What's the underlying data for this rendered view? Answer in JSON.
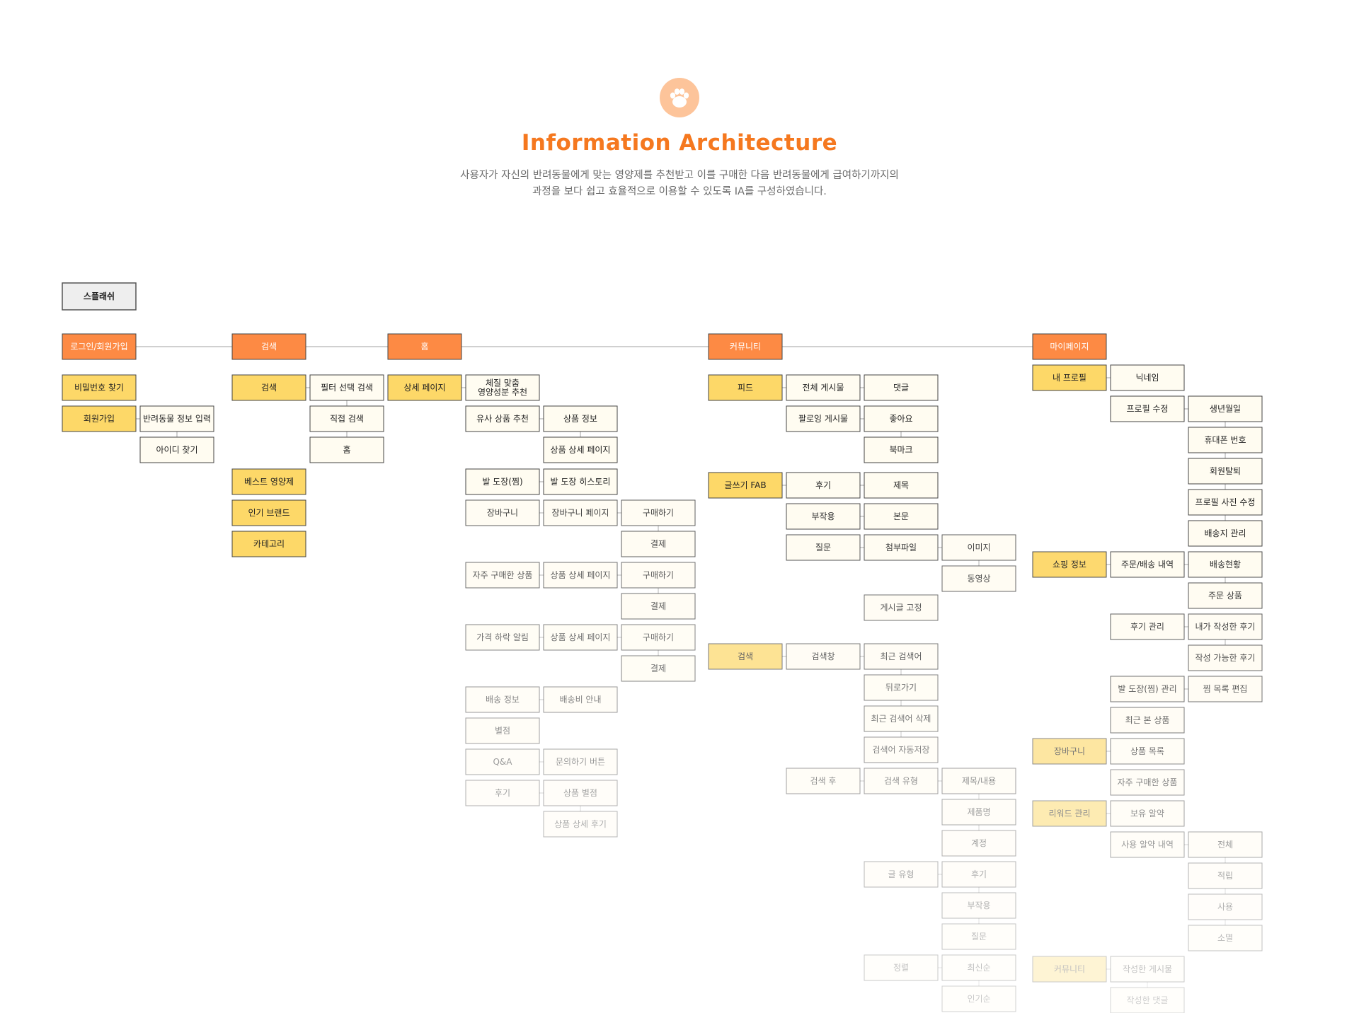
{
  "header": {
    "title": "Information Architecture",
    "description_line1": "사용자가 자신의 반려동물에게 맞는 영양제를 추천받고 이를 구매한 다음 반려동물에게 급여하기까지의",
    "description_line2": "과정을 보다 쉽고 효율적으로 이용할 수 있도록 IA를 구성하였습니다."
  },
  "colors": {
    "accent": "#f5781f",
    "top_node": "#fd8a44",
    "level1_node": "#fdd868",
    "level1_light": "#fde9a6",
    "leaf_node": "#fffcf1",
    "splash_node": "#eeeeee",
    "border": "#444444",
    "line": "#a0a0a0",
    "logo_bg": "#fdc49a"
  },
  "diagram": {
    "root": "스플래쉬",
    "nodes": [
      {
        "id": "login",
        "label": "로그인/회원가입",
        "style": "top"
      },
      {
        "id": "search",
        "label": "검색",
        "style": "top"
      },
      {
        "id": "home",
        "label": "홈",
        "style": "top"
      },
      {
        "id": "community",
        "label": "커뮤니티",
        "style": "top"
      },
      {
        "id": "mypage",
        "label": "마이페이지",
        "style": "top"
      },
      {
        "id": "find_pw",
        "label": "비밀번호 찾기",
        "style": "l1"
      },
      {
        "id": "signup",
        "label": "회원가입",
        "style": "l1"
      },
      {
        "id": "pet_info",
        "label": "반려동물 정보 입력",
        "style": "leaf"
      },
      {
        "id": "find_id",
        "label": "아이디 찾기",
        "style": "leaf"
      },
      {
        "id": "s_search",
        "label": "검색",
        "style": "l1"
      },
      {
        "id": "filter_search",
        "label": "필터 선택 검색",
        "style": "leaf"
      },
      {
        "id": "direct_search",
        "label": "직접 검색",
        "style": "leaf"
      },
      {
        "id": "s_home",
        "label": "홈",
        "style": "leaf"
      },
      {
        "id": "best",
        "label": "베스트 영양제",
        "style": "l1"
      },
      {
        "id": "brand",
        "label": "인기 브랜드",
        "style": "l1"
      },
      {
        "id": "category",
        "label": "카테고리",
        "style": "l1"
      },
      {
        "id": "detail",
        "label": "상세 페이지",
        "style": "l1"
      },
      {
        "id": "custom_rec",
        "label": "체질 맞춤\n영양성분 추천",
        "style": "leaf"
      },
      {
        "id": "similar",
        "label": "유사 상품 추천",
        "style": "leaf"
      },
      {
        "id": "prod_info",
        "label": "상품 정보",
        "style": "leaf"
      },
      {
        "id": "prod_detail1",
        "label": "상품 상세 페이지",
        "style": "leaf"
      },
      {
        "id": "paw",
        "label": "발 도장(찜)",
        "style": "leaf"
      },
      {
        "id": "paw_hist",
        "label": "발 도장 히스토리",
        "style": "leaf"
      },
      {
        "id": "cart",
        "label": "장바구니",
        "style": "leaf"
      },
      {
        "id": "cart_page",
        "label": "장바구니 페이지",
        "style": "leaf"
      },
      {
        "id": "buy1",
        "label": "구매하기",
        "style": "leaf"
      },
      {
        "id": "pay1",
        "label": "결제",
        "style": "leaf"
      },
      {
        "id": "freq",
        "label": "자주 구매한 상품",
        "style": "leaf"
      },
      {
        "id": "prod_detail2",
        "label": "상품 상세 페이지",
        "style": "leaf"
      },
      {
        "id": "buy2",
        "label": "구매하기",
        "style": "leaf"
      },
      {
        "id": "pay2",
        "label": "결제",
        "style": "leaf"
      },
      {
        "id": "price_alert",
        "label": "가격 하락 알림",
        "style": "leaf"
      },
      {
        "id": "prod_detail3",
        "label": "상품 상세 페이지",
        "style": "leaf"
      },
      {
        "id": "buy3",
        "label": "구매하기",
        "style": "leaf"
      },
      {
        "id": "pay3",
        "label": "결제",
        "style": "leaf"
      },
      {
        "id": "ship_info",
        "label": "배송 정보",
        "style": "leaf"
      },
      {
        "id": "ship_fee",
        "label": "배송비 안내",
        "style": "leaf"
      },
      {
        "id": "rating",
        "label": "별점",
        "style": "leaf"
      },
      {
        "id": "qna",
        "label": "Q&A",
        "style": "leaf"
      },
      {
        "id": "inquiry_btn",
        "label": "문의하기 버튼",
        "style": "leaf"
      },
      {
        "id": "review",
        "label": "후기",
        "style": "leaf"
      },
      {
        "id": "prod_rating",
        "label": "상품 별점",
        "style": "leaf"
      },
      {
        "id": "prod_review",
        "label": "상품 상세 후기",
        "style": "leaf"
      },
      {
        "id": "feed",
        "label": "피드",
        "style": "l1"
      },
      {
        "id": "all_posts",
        "label": "전체 게시물",
        "style": "leaf"
      },
      {
        "id": "comment",
        "label": "댓글",
        "style": "leaf"
      },
      {
        "id": "follow_posts",
        "label": "팔로잉 게시물",
        "style": "leaf"
      },
      {
        "id": "like",
        "label": "좋아요",
        "style": "leaf"
      },
      {
        "id": "bookmark",
        "label": "북마크",
        "style": "leaf"
      },
      {
        "id": "write_fab",
        "label": "글쓰기 FAB",
        "style": "l1"
      },
      {
        "id": "c_review",
        "label": "후기",
        "style": "leaf"
      },
      {
        "id": "subject",
        "label": "제목",
        "style": "leaf"
      },
      {
        "id": "side_effect",
        "label": "부작용",
        "style": "leaf"
      },
      {
        "id": "body_text",
        "label": "본문",
        "style": "leaf"
      },
      {
        "id": "question",
        "label": "질문",
        "style": "leaf"
      },
      {
        "id": "attach",
        "label": "첨부파일",
        "style": "leaf"
      },
      {
        "id": "image",
        "label": "이미지",
        "style": "leaf"
      },
      {
        "id": "video",
        "label": "동영상",
        "style": "leaf"
      },
      {
        "id": "pin_post",
        "label": "게시글 고정",
        "style": "leaf"
      },
      {
        "id": "c_search",
        "label": "검색",
        "style": "l1"
      },
      {
        "id": "search_win",
        "label": "검색창",
        "style": "leaf"
      },
      {
        "id": "recent_kw",
        "label": "최근 검색어",
        "style": "leaf"
      },
      {
        "id": "back",
        "label": "뒤로가기",
        "style": "leaf"
      },
      {
        "id": "del_recent",
        "label": "최근 검색어 삭제",
        "style": "leaf"
      },
      {
        "id": "autosave",
        "label": "검색어 자동저장",
        "style": "leaf"
      },
      {
        "id": "after_search",
        "label": "검색 후",
        "style": "leaf"
      },
      {
        "id": "search_type",
        "label": "검색 유형",
        "style": "leaf"
      },
      {
        "id": "title_body",
        "label": "제목/내용",
        "style": "leaf"
      },
      {
        "id": "prod_name",
        "label": "제품명",
        "style": "leaf"
      },
      {
        "id": "account",
        "label": "계정",
        "style": "leaf"
      },
      {
        "id": "post_type",
        "label": "글 유형",
        "style": "leaf"
      },
      {
        "id": "t_review",
        "label": "후기",
        "style": "leaf"
      },
      {
        "id": "t_side",
        "label": "부작용",
        "style": "leaf"
      },
      {
        "id": "t_question",
        "label": "질문",
        "style": "leaf"
      },
      {
        "id": "sort",
        "label": "정렬",
        "style": "leaf"
      },
      {
        "id": "latest",
        "label": "최신순",
        "style": "leaf"
      },
      {
        "id": "popular",
        "label": "인기순",
        "style": "leaf"
      },
      {
        "id": "my_profile",
        "label": "내 프로필",
        "style": "l1"
      },
      {
        "id": "nickname",
        "label": "닉네임",
        "style": "leaf"
      },
      {
        "id": "edit_profile",
        "label": "프로필 수정",
        "style": "leaf"
      },
      {
        "id": "birthday",
        "label": "생년월일",
        "style": "leaf"
      },
      {
        "id": "phone",
        "label": "휴대폰 번호",
        "style": "leaf"
      },
      {
        "id": "withdraw",
        "label": "회원탈퇴",
        "style": "leaf"
      },
      {
        "id": "edit_photo",
        "label": "프로필 사진 수정",
        "style": "leaf"
      },
      {
        "id": "address",
        "label": "배송지 관리",
        "style": "leaf"
      },
      {
        "id": "shopping",
        "label": "쇼핑 정보",
        "style": "l1"
      },
      {
        "id": "orders",
        "label": "주문/배송 내역",
        "style": "leaf"
      },
      {
        "id": "ship_status",
        "label": "배송현황",
        "style": "leaf"
      },
      {
        "id": "order_items",
        "label": "주문 상품",
        "style": "leaf"
      },
      {
        "id": "review_mgmt",
        "label": "후기 관리",
        "style": "leaf"
      },
      {
        "id": "my_reviews",
        "label": "내가 작성한 후기",
        "style": "leaf"
      },
      {
        "id": "writable",
        "label": "작성 가능한 후기",
        "style": "leaf"
      },
      {
        "id": "paw_mgmt",
        "label": "발 도장(찜) 관리",
        "style": "leaf"
      },
      {
        "id": "edit_wish",
        "label": "찜 목록 편집",
        "style": "leaf"
      },
      {
        "id": "recent_viewed",
        "label": "최근 본 상품",
        "style": "leaf"
      },
      {
        "id": "m_cart",
        "label": "장바구니",
        "style": "l1"
      },
      {
        "id": "prod_list",
        "label": "상품 목록",
        "style": "leaf"
      },
      {
        "id": "m_freq",
        "label": "자주 구매한 상품",
        "style": "leaf"
      },
      {
        "id": "reward",
        "label": "리워드 관리",
        "style": "l1"
      },
      {
        "id": "held",
        "label": "보유 알약",
        "style": "leaf"
      },
      {
        "id": "used_hist",
        "label": "사용 알약 내역",
        "style": "leaf"
      },
      {
        "id": "r_all",
        "label": "전체",
        "style": "leaf"
      },
      {
        "id": "r_earn",
        "label": "적립",
        "style": "leaf"
      },
      {
        "id": "r_use",
        "label": "사용",
        "style": "leaf"
      },
      {
        "id": "r_expire",
        "label": "소멸",
        "style": "leaf"
      },
      {
        "id": "m_community",
        "label": "커뮤니티",
        "style": "l1"
      },
      {
        "id": "my_posts",
        "label": "작성한 게시물",
        "style": "leaf"
      },
      {
        "id": "my_comments",
        "label": "작성한 댓글",
        "style": "leaf"
      }
    ]
  }
}
